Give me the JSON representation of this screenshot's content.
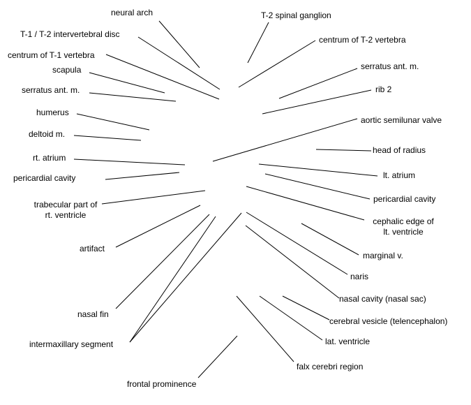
{
  "labels": {
    "neural_arch": "neural arch",
    "t2_spinal_ganglion": "T-2 spinal ganglion",
    "t1_t2_disc": "T-1 / T-2 intervertebral disc",
    "centrum_t2": "centrum of T-2 vertebra",
    "centrum_t1": "centrum of T-1 vertebra",
    "serratus_right": "serratus ant. m.",
    "scapula": "scapula",
    "rib2": "rib 2",
    "serratus_left": "serratus ant. m.",
    "humerus": "humerus",
    "aortic_valve": "aortic semilunar valve",
    "deltoid": "deltoid m.",
    "head_radius": "head of radius",
    "rt_atrium": "rt. atrium",
    "lt_atrium": "lt. atrium",
    "pericardial_left": "pericardial cavity",
    "pericardial_right": "pericardial cavity",
    "trabecular_1": "trabecular part of",
    "trabecular_2": "rt. ventricle",
    "cephalic_1": "cephalic edge of",
    "cephalic_2": "lt. ventricle",
    "artifact": "artifact",
    "marginal_v": "marginal v.",
    "naris": "naris",
    "nasal_cavity": "nasal cavity (nasal sac)",
    "nasal_fin": "nasal fin",
    "cerebral_vesicle": "cerebral vesicle (telencephalon)",
    "intermaxillary": "intermaxillary segment",
    "lat_ventricle": "lat. ventricle",
    "falx_cerebri": "falx cerebri region",
    "frontal_prominence": "frontal prominence"
  }
}
